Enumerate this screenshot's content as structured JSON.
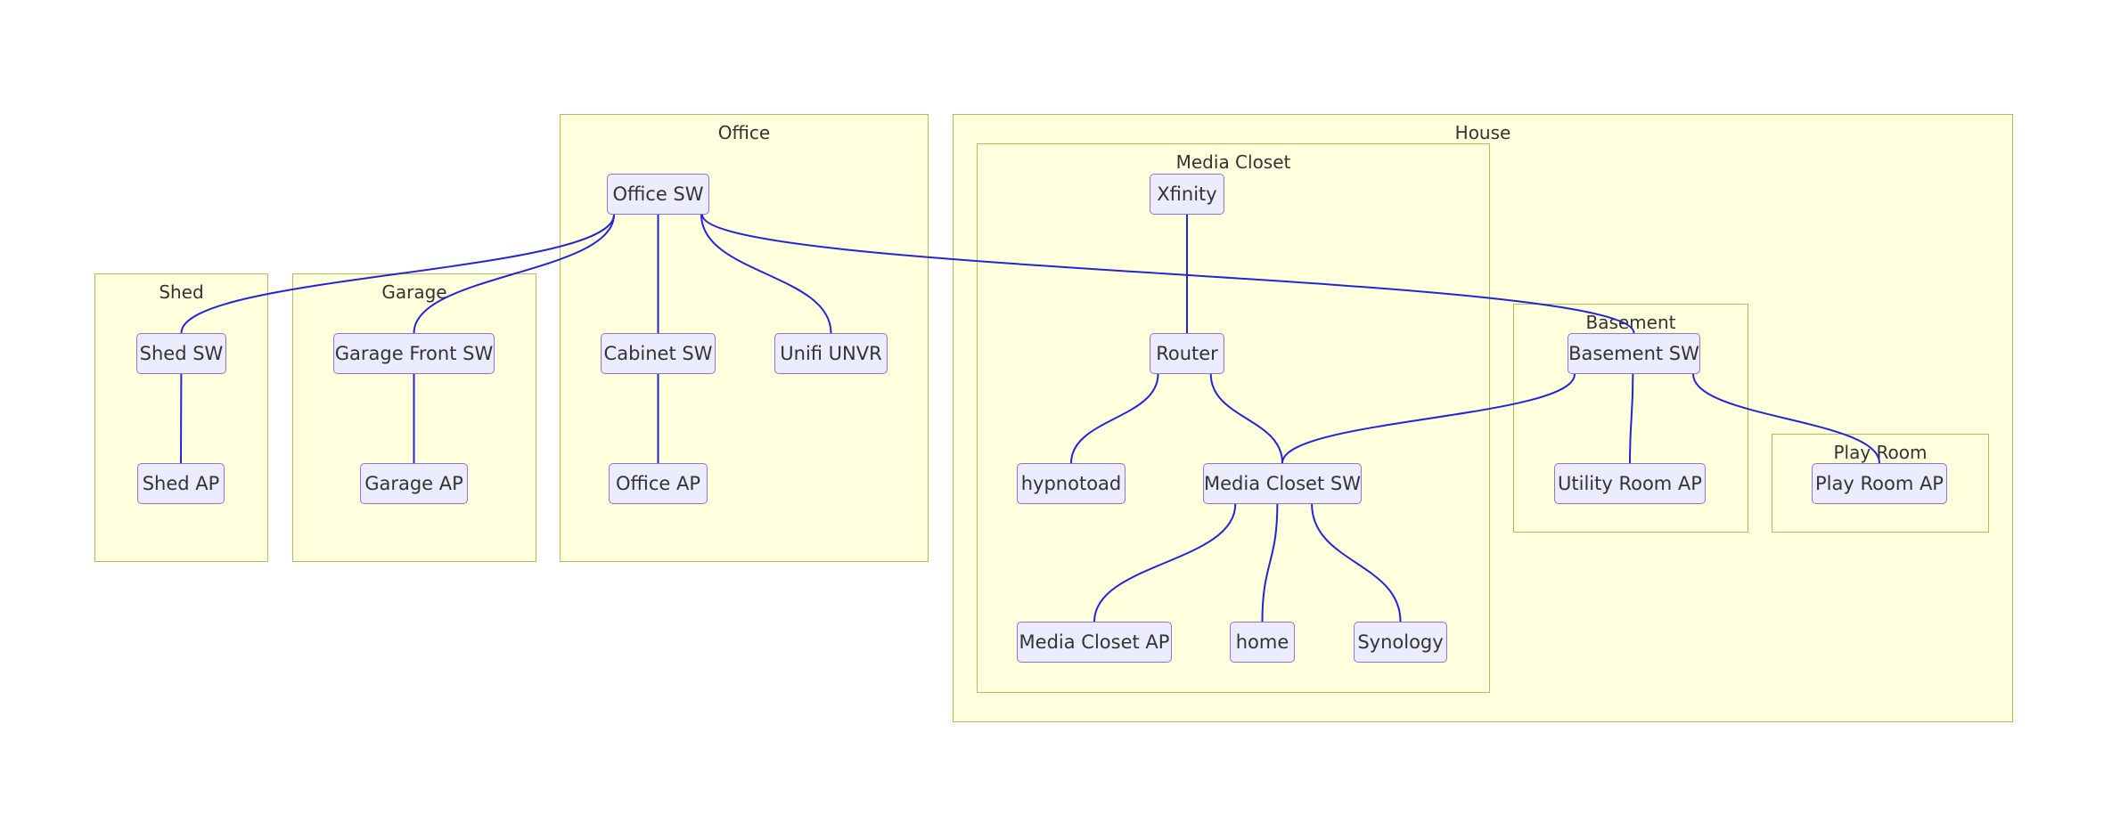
{
  "clusters": {
    "shed": "Shed",
    "garage": "Garage",
    "office": "Office",
    "house": "House",
    "media_closet": "Media Closet",
    "basement": "Basement",
    "play_room": "Play Room"
  },
  "nodes": {
    "shed_sw": "Shed SW",
    "shed_ap": "Shed AP",
    "garage_front_sw": "Garage Front SW",
    "garage_ap": "Garage AP",
    "office_sw": "Office SW",
    "cabinet_sw": "Cabinet SW",
    "office_ap": "Office AP",
    "unifi_unvr": "Unifi UNVR",
    "xfinity": "Xfinity",
    "router": "Router",
    "hypnotoad": "hypnotoad",
    "media_closet_sw": "Media Closet SW",
    "media_closet_ap": "Media Closet AP",
    "home": "home",
    "synology": "Synology",
    "basement_sw": "Basement SW",
    "utility_room_ap": "Utility Room AP",
    "play_room_ap": "Play Room AP"
  },
  "edges": [
    [
      "xfinity",
      "router"
    ],
    [
      "router",
      "hypnotoad"
    ],
    [
      "router",
      "media_closet_sw"
    ],
    [
      "media_closet_sw",
      "media_closet_ap"
    ],
    [
      "media_closet_sw",
      "home"
    ],
    [
      "media_closet_sw",
      "synology"
    ],
    [
      "basement_sw",
      "media_closet_sw"
    ],
    [
      "basement_sw",
      "utility_room_ap"
    ],
    [
      "basement_sw",
      "play_room_ap"
    ],
    [
      "office_sw",
      "basement_sw"
    ],
    [
      "office_sw",
      "shed_sw"
    ],
    [
      "office_sw",
      "garage_front_sw"
    ],
    [
      "office_sw",
      "cabinet_sw"
    ],
    [
      "office_sw",
      "unifi_unvr"
    ],
    [
      "cabinet_sw",
      "office_ap"
    ],
    [
      "shed_sw",
      "shed_ap"
    ],
    [
      "garage_front_sw",
      "garage_ap"
    ]
  ],
  "colors": {
    "cluster_fill": "#ffffde",
    "cluster_stroke": "#b9b95a",
    "node_fill": "#ececff",
    "node_stroke": "#9370db",
    "edge": "#2424d6",
    "text": "#333333"
  }
}
